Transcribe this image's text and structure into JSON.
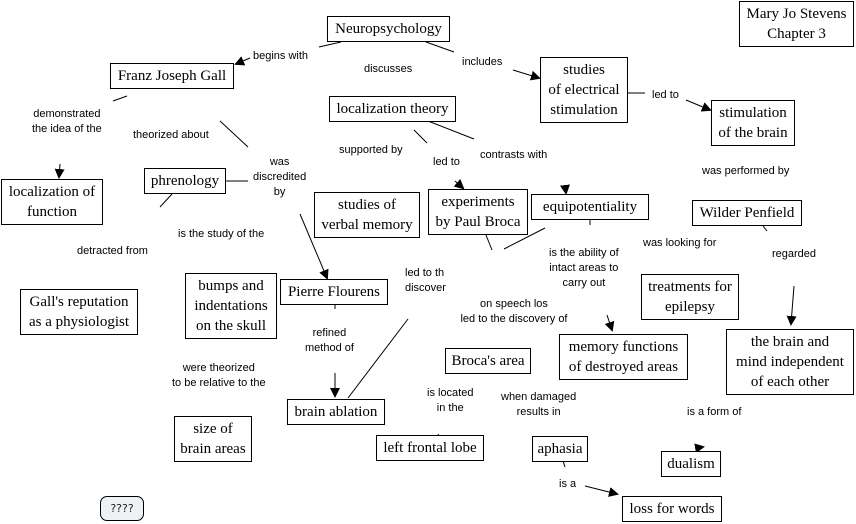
{
  "header": {
    "author_box": "Mary Jo Stevens\nChapter 3"
  },
  "concepts": {
    "neuropsychology": "Neuropsychology",
    "gall": "Franz Joseph Gall",
    "electrical": "studies\nof electrical\nstimulation",
    "stimulation_brain": "stimulation\nof  the brain",
    "localization_theory": "localization theory",
    "localization_function": "localization of\nfunction",
    "phrenology": "phrenology",
    "verbal_memory": "studies of\nverbal memory",
    "broca_experiments": "experiments\nby Paul Broca",
    "equipotentiality": "equipotentiality",
    "penfield": "Wilder Penfield",
    "gall_reputation": "Gall's reputation\nas a physiologist",
    "bumps": "bumps and\nindentations\non the skull",
    "flourens": "Pierre Flourens",
    "epilepsy": "treatments for\nepilepsy",
    "memory_functions": "memory functions\nof destroyed areas",
    "brain_mind": "the brain and\nmind independent\nof each other",
    "brocas_area": "Broca's area",
    "brain_ablation": "brain ablation",
    "size_brain": "size of\nbrain areas",
    "left_frontal": "left frontal lobe",
    "aphasia": "aphasia",
    "dualism": "dualism",
    "loss_words": "loss for words"
  },
  "links": {
    "begins_with": "begins with",
    "discusses": "discusses",
    "includes": "includes",
    "led_to_1": "led to",
    "demonstrated": "demonstrated\nthe idea of the",
    "theorized_about": "theorized about",
    "was_discredited": "was\ndiscredited\nby",
    "supported_by": "supported by",
    "led_to_2": "led to",
    "contrasts_with": "contrasts with",
    "was_performed_by": "was performed by",
    "detracted_from": "detracted from",
    "is_study_of": "is the study of the",
    "was_looking_for": "was looking for",
    "regarded": "regarded",
    "ability_of": "is the ability of\nintact areas to\ncarry out",
    "led_to_discover": "led to th\ndiscover",
    "speech_loss": "on speech los\nled to the discovery of",
    "refined_method": "refined\nmethod of",
    "theorized_relative": "were theorized\nto be relative to the",
    "is_located": "is located\nin the",
    "when_damaged": "when damaged\nresults in",
    "is_a_form_of": "is a form of",
    "is_a": "is a"
  },
  "toolbar": {
    "unknown_button": "????"
  }
}
